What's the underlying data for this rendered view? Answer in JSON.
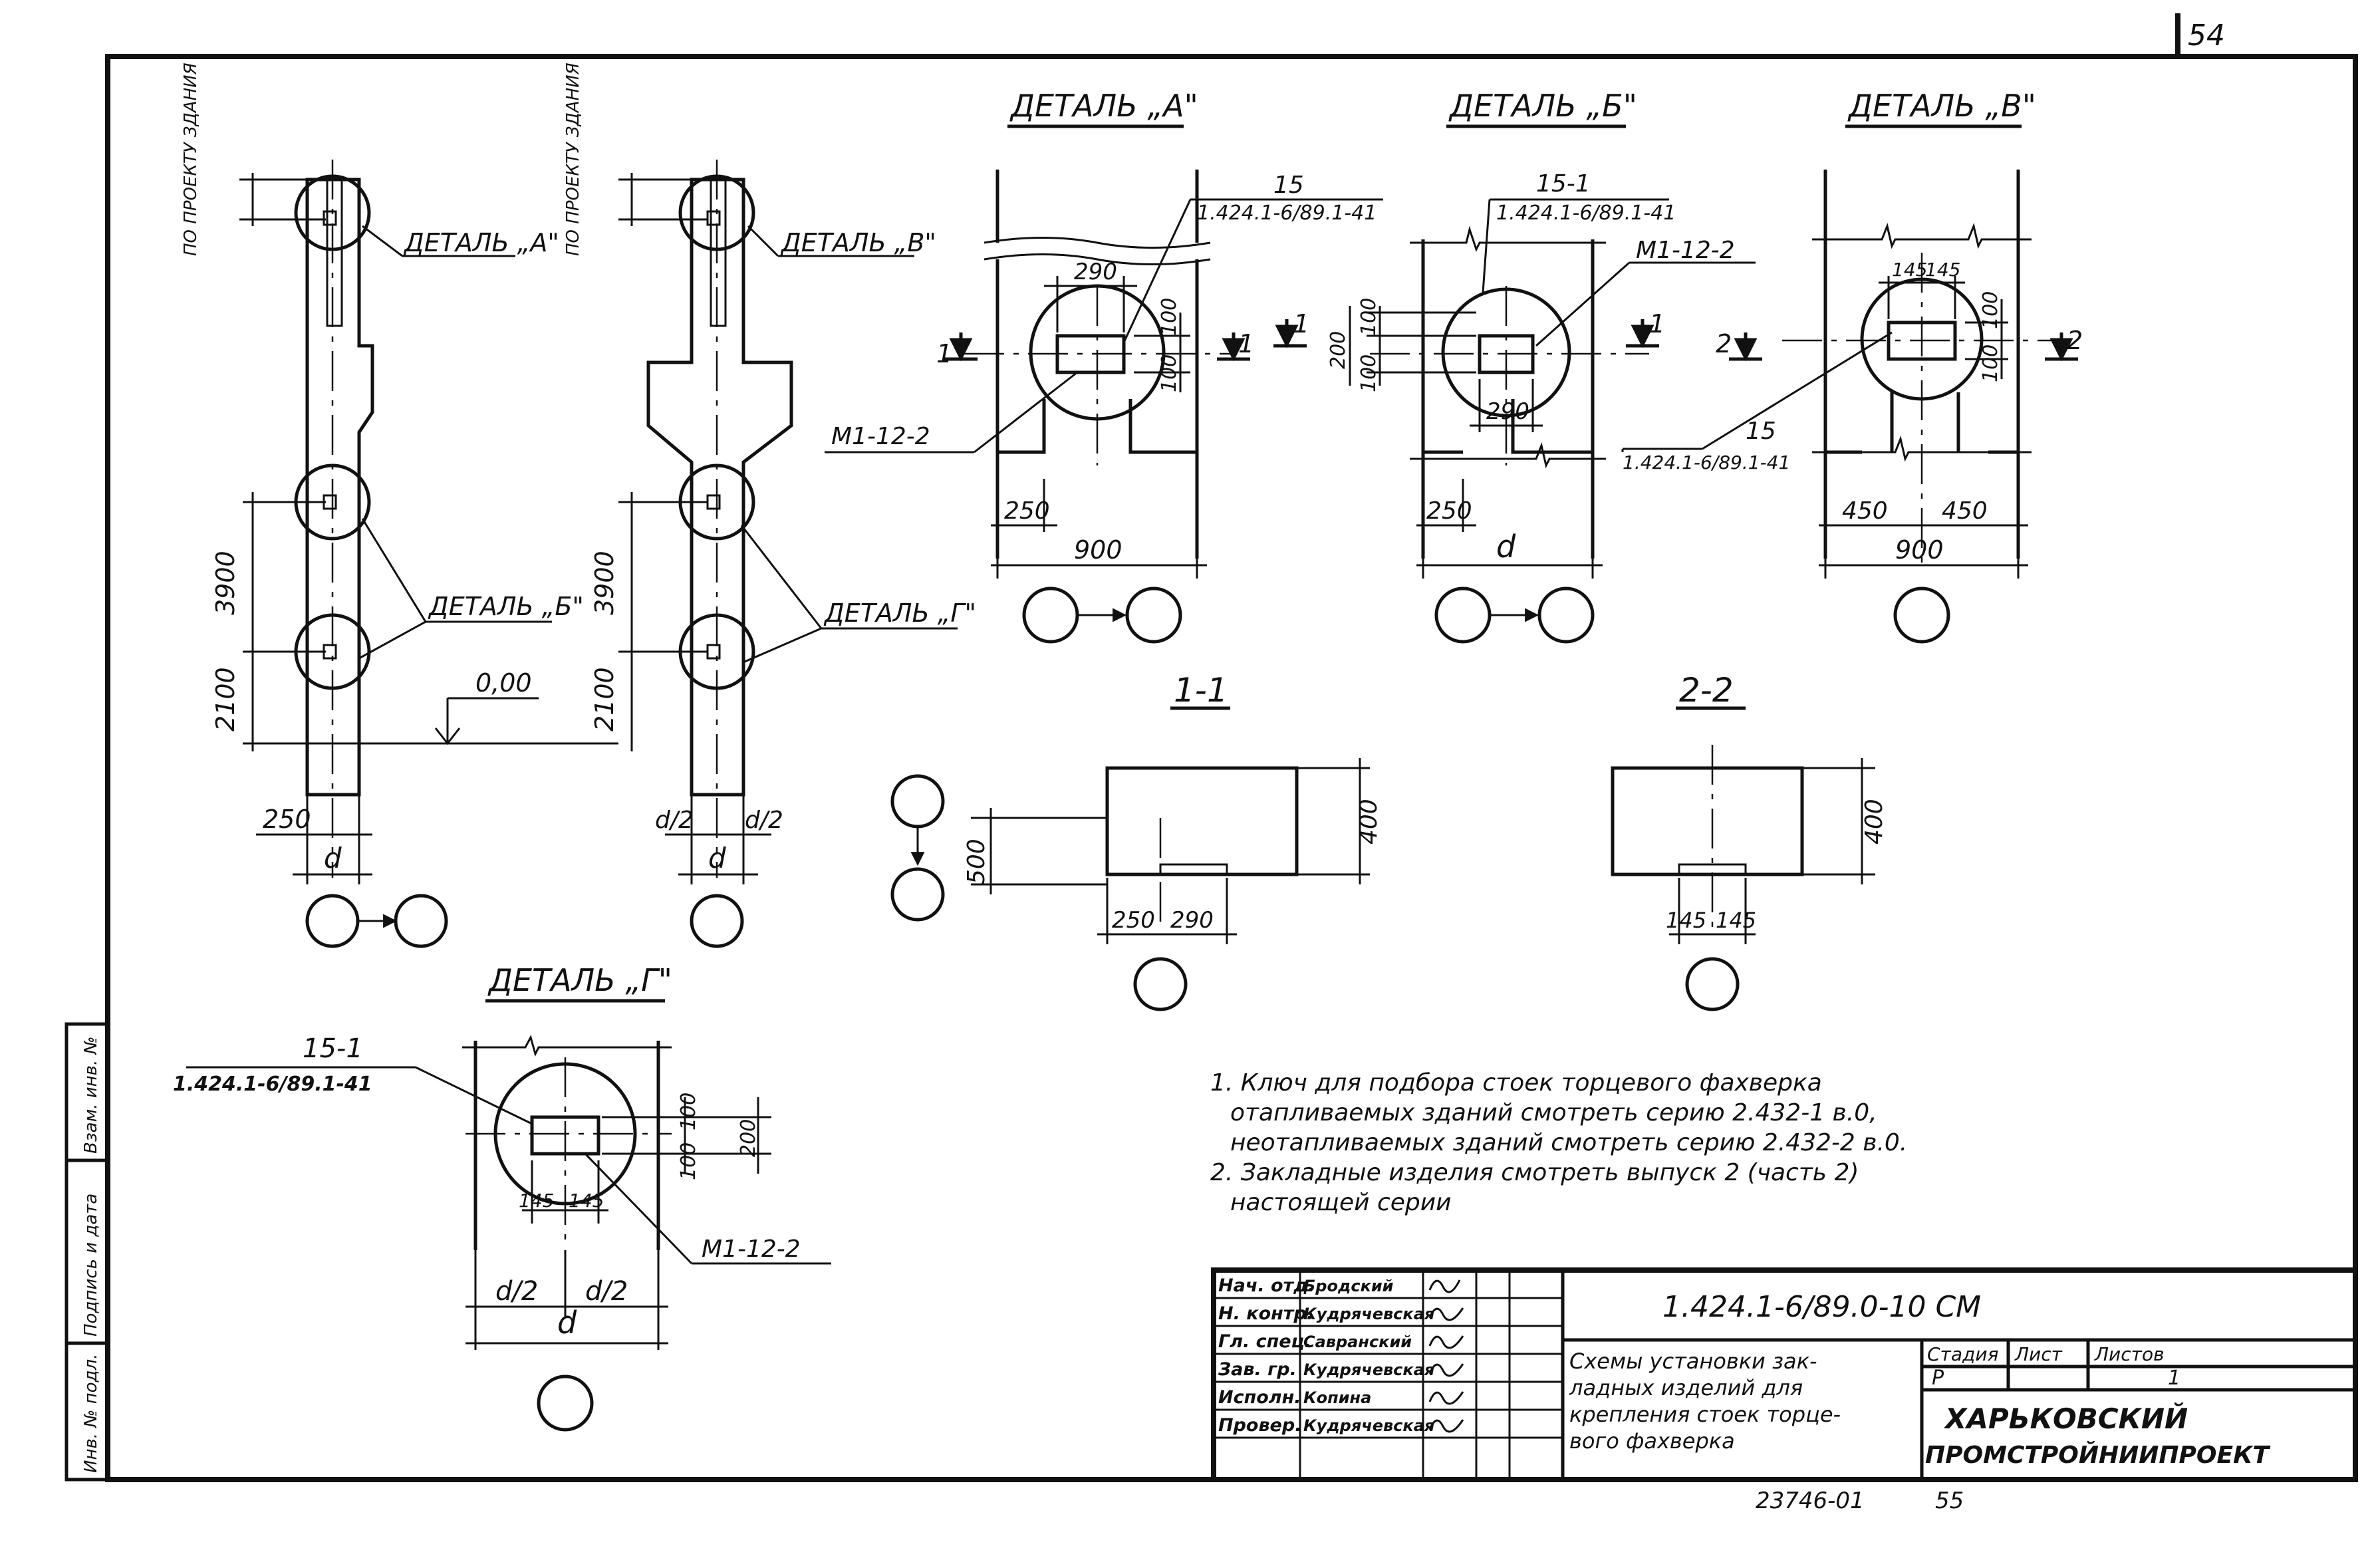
{
  "sheet_number": "54",
  "columns": {
    "left": {
      "top_label": "ПО ПРОЕКТУ ЗДАНИЯ",
      "detail_top": "ДЕТАЛЬ „А\"",
      "detail_mid": "ДЕТАЛЬ „Б\"",
      "dim_3900": "3900",
      "dim_2100": "2100",
      "dim_250": "250",
      "dim_d": "d",
      "level": "0,00"
    },
    "right": {
      "top_label": "ПО ПРОЕКТУ ЗДАНИЯ",
      "detail_top": "ДЕТАЛЬ „В\"",
      "detail_mid": "ДЕТАЛЬ „Г\"",
      "dim_3900": "3900",
      "dim_2100": "2100",
      "dim_half_left": "d/2",
      "dim_half_right": "d/2",
      "dim_d": "d"
    }
  },
  "detail_a": {
    "title": "ДЕТАЛЬ „А\"",
    "ref_num": "15",
    "ref_series": "1.424.1-6/89.1-41",
    "w": "290",
    "v1": "100",
    "v2": "100",
    "mark": "М1-12-2",
    "cut": "1",
    "d250": "250",
    "d900": "900"
  },
  "detail_b": {
    "title": "ДЕТАЛЬ „Б\"",
    "ref_num": "15-1",
    "ref_series": "1.424.1-6/89.1-41",
    "mark": "М1-12-2",
    "v200": "200",
    "v1": "100",
    "v2": "100",
    "w": "290",
    "cut": "1",
    "d250": "250",
    "dim_d": "d"
  },
  "detail_v": {
    "title": "ДЕТАЛЬ „В\"",
    "h1": "145",
    "h2": "145",
    "v1": "100",
    "v2": "100",
    "cut": "2",
    "ref_num": "15",
    "ref_series": "1.424.1-6/89.1-41",
    "d450a": "450",
    "d450b": "450",
    "d900": "900"
  },
  "section_11": {
    "title": "1-1",
    "d500": "500",
    "d400": "400",
    "d250": "250",
    "d290": "290"
  },
  "section_22": {
    "title": "2-2",
    "d400": "400",
    "d145a": "145",
    "d145b": "145"
  },
  "detail_g": {
    "title": "ДЕТАЛЬ „Г\"",
    "ref_num": "15-1",
    "ref_series": "1.424.1-6/89.1-41",
    "v1": "100",
    "v2": "100",
    "v200": "200",
    "h1": "145",
    "h2": "145",
    "mark": "М1-12-2",
    "half_l": "d/2",
    "half_r": "d/2",
    "dim_d": "d"
  },
  "notes": [
    "1. Ключ для подбора стоек торцевого фахверка",
    "отапливаемых зданий смотреть серию 2.432-1 в.0,",
    "неотапливаемых зданий смотреть серию 2.432-2 в.0.",
    "2. Закладные изделия смотреть выпуск 2 (часть 2)",
    "настоящей серии"
  ],
  "side_stamp": [
    "Инв. № подл.",
    "Подпись и дата",
    "Взам. инв. №"
  ],
  "title_block": {
    "code": "1.424.1-6/89.0-10 СМ",
    "title_lines": [
      "Схемы установки зак-",
      "ладных изделий для",
      "крепления стоек торце-",
      "вого фахверка"
    ],
    "roles": [
      "Нач. отд.",
      "Н. контр.",
      "Гл. спец.",
      "Зав. гр.",
      "Исполн.",
      "Провер."
    ],
    "names": [
      "Бродский",
      "Кудрячевская",
      "Савранский",
      "Кудрячевская",
      "Копина",
      "Кудрячевская"
    ],
    "stage_label": "Стадия",
    "stage": "Р",
    "sheet_label": "Лист",
    "sheet": "",
    "sheets_label": "Листов",
    "sheets": "1",
    "org_line1": "ХАРЬКОВСКИЙ",
    "org_line2": "ПРОМСТРОЙНИИПРОЕКТ"
  },
  "footer": {
    "doc_no": "23746-01",
    "page": "55"
  }
}
